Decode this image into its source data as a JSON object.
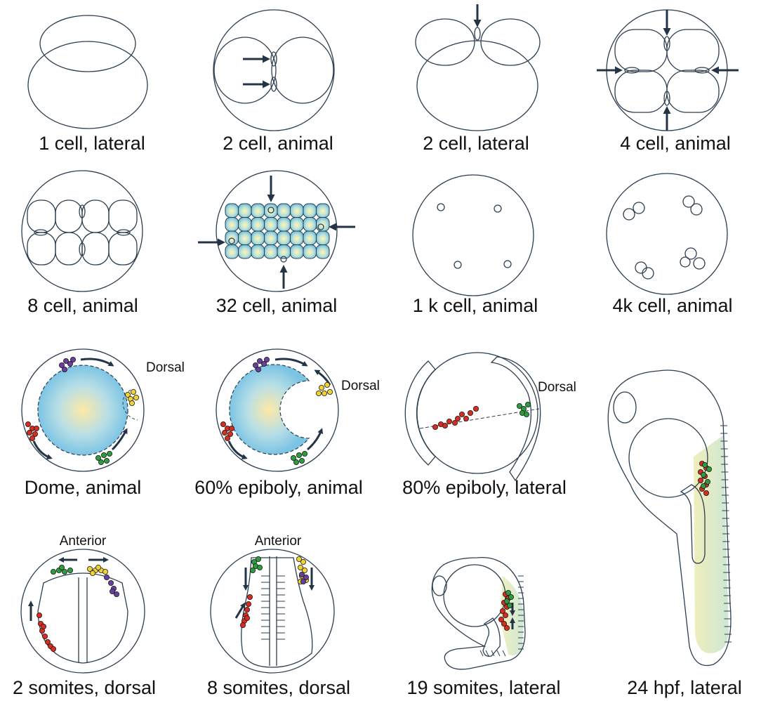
{
  "captions": {
    "c1": "1 cell, lateral",
    "c2": "2 cell, animal",
    "c3": "2 cell, lateral",
    "c4": "4 cell, animal",
    "c5": "8 cell, animal",
    "c6": "32 cell, animal",
    "c7": "1 k cell, animal",
    "c8": "4k cell, animal",
    "c9": "Dome, animal",
    "c10": "60% epiboly, animal",
    "c11": "80% epiboly, lateral",
    "c12": "24 hpf, lateral",
    "c13": "2 somites, dorsal",
    "c14": "8 somites, dorsal",
    "c15": "19 somites, lateral"
  },
  "labels": {
    "dorsal_dome": "Dorsal",
    "dorsal_60": "Dorsal",
    "dorsal_80": "Dorsal",
    "anterior_2s": "Anterior",
    "anterior_8s": "Anterior"
  },
  "colors": {
    "yolk_center": "#fdf0c8",
    "yolk_edge": "#9fd0ea",
    "cell_center": "#fff6b0",
    "cell_edge": "#6fc0dc",
    "germ_plasm": "#a98bd6",
    "arrow": "#243447",
    "body_tissue": "#9ccab4",
    "yolk_pink": "#d9646e",
    "cluster_red": "#d92b1e",
    "cluster_green": "#2a9d3c",
    "cluster_yellow": "#f2d22e",
    "cluster_purple": "#6a3fa0"
  }
}
